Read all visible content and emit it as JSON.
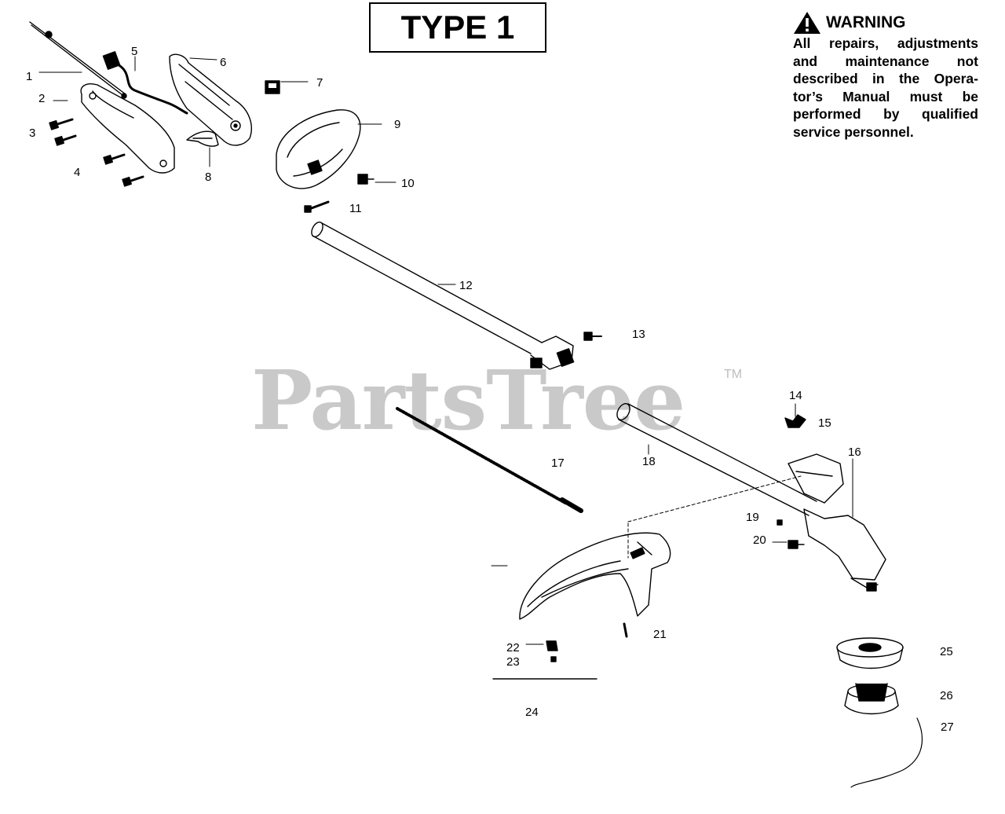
{
  "type_label": "TYPE 1",
  "warning": {
    "title": "WARNING",
    "lines": [
      "All repairs, adjustments",
      "and maintenance not",
      "described in the Opera-",
      "tor’s Manual must be",
      "performed by qualified",
      "service personnel."
    ]
  },
  "watermark": {
    "text": "PartsTree",
    "tm": "TM"
  },
  "callouts": [
    "1",
    "2",
    "3",
    "4",
    "5",
    "6",
    "7",
    "8",
    "9",
    "10",
    "11",
    "12",
    "13",
    "14",
    "15",
    "16",
    "17",
    "18",
    "19",
    "20",
    "21",
    "22",
    "23",
    "24",
    "25",
    "26",
    "27"
  ],
  "icons": [
    "warning-triangle-icon"
  ]
}
